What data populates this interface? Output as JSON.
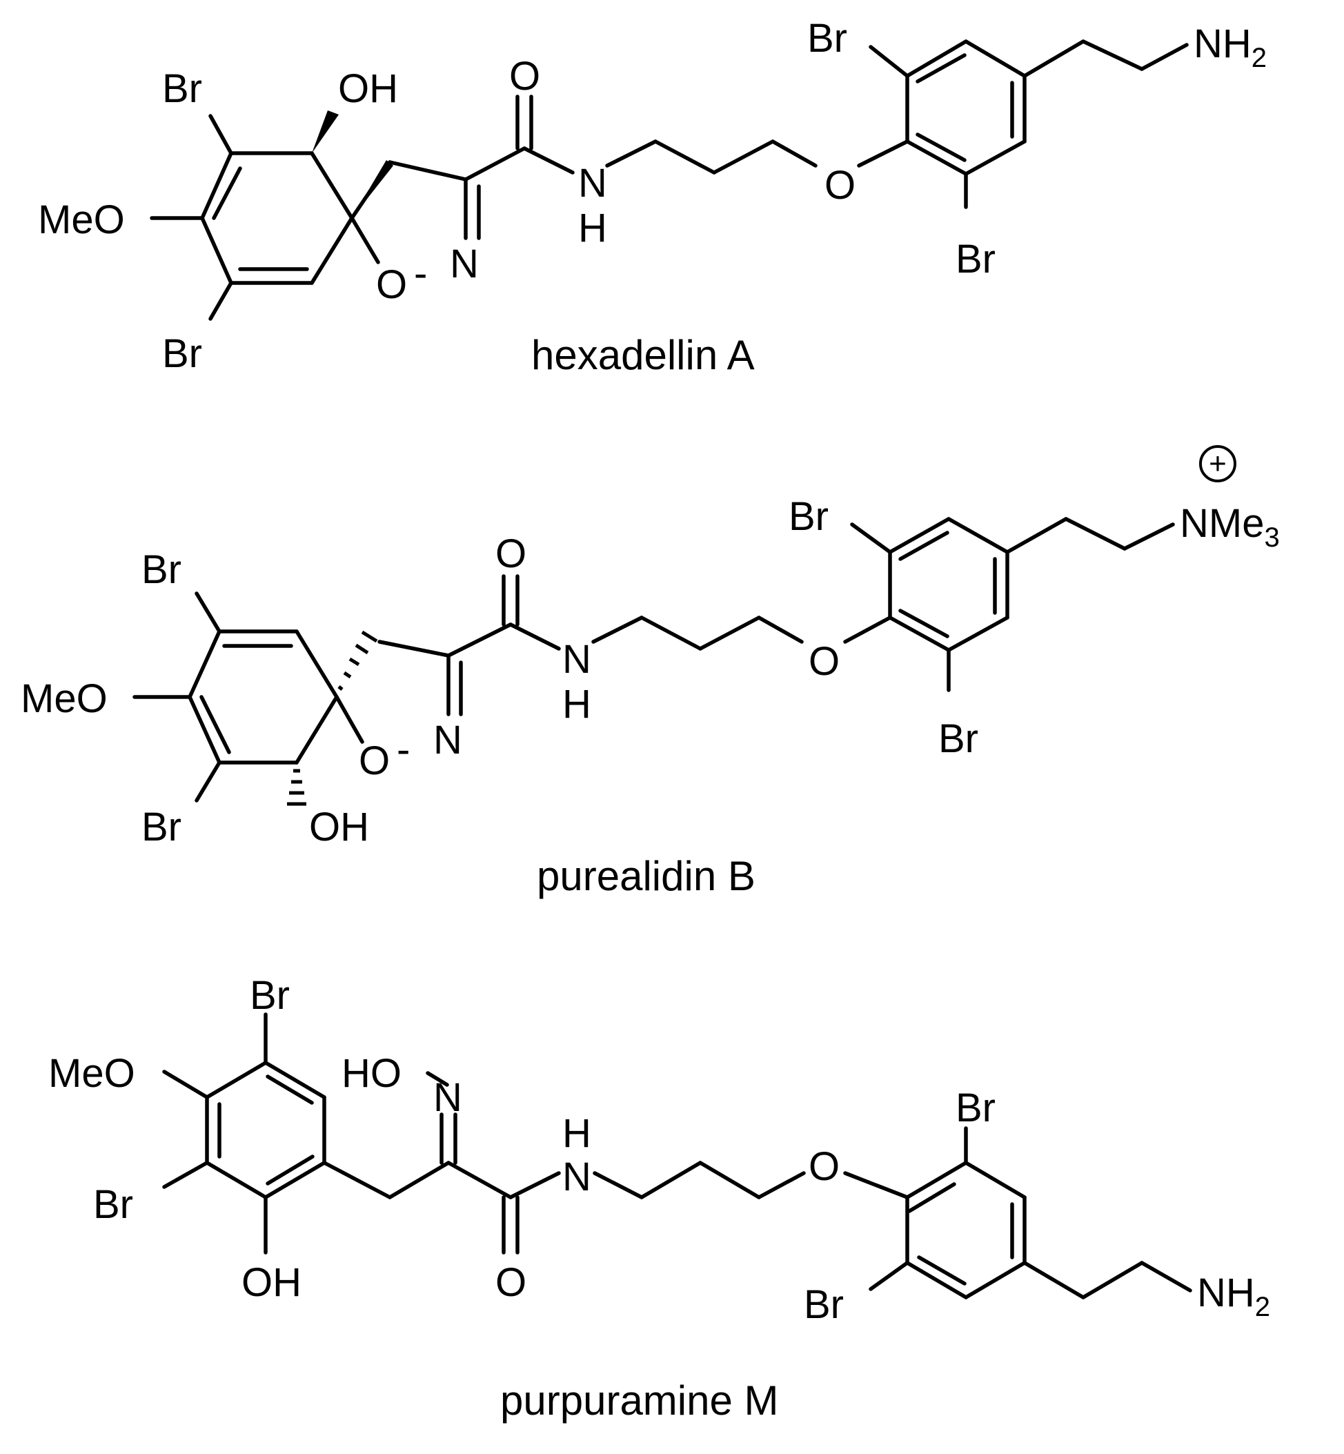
{
  "molecules": [
    {
      "name": "hexadellin A",
      "atoms": {
        "br_top": "Br",
        "oh": "OH",
        "meo": "MeO",
        "br_bottom": "Br",
        "carbonyl_o": "O",
        "amide_n": "N",
        "amide_h": "H",
        "isox_n": "N",
        "isox_o": "O",
        "isox_dash": "-",
        "ether_o": "O",
        "ar_br_top": "Br",
        "ar_br_bottom": "Br",
        "amine_n": "NH",
        "amine_sub": "2"
      }
    },
    {
      "name": "purealidin B",
      "atoms": {
        "br_top": "Br",
        "meo": "MeO",
        "br_bottom": "Br",
        "oh": "OH",
        "carbonyl_o": "O",
        "amide_n": "N",
        "amide_h": "H",
        "isox_n": "N",
        "isox_o": "O",
        "isox_dash": "-",
        "ether_o": "O",
        "ar_br_top": "Br",
        "ar_br_bottom": "Br",
        "charge": "+",
        "amine_n": "NMe",
        "amine_sub": "3"
      }
    },
    {
      "name": "purpuramine M",
      "atoms": {
        "br_top": "Br",
        "meo": "MeO",
        "br_left": "Br",
        "oh": "OH",
        "oxime_ho": "HO",
        "oxime_n": "N",
        "carbonyl_o": "O",
        "amide_h": "H",
        "amide_n": "N",
        "ether_o": "O",
        "ar_br_top": "Br",
        "ar_br_bottom": "Br",
        "amine_n": "NH",
        "amine_sub": "2"
      }
    }
  ]
}
